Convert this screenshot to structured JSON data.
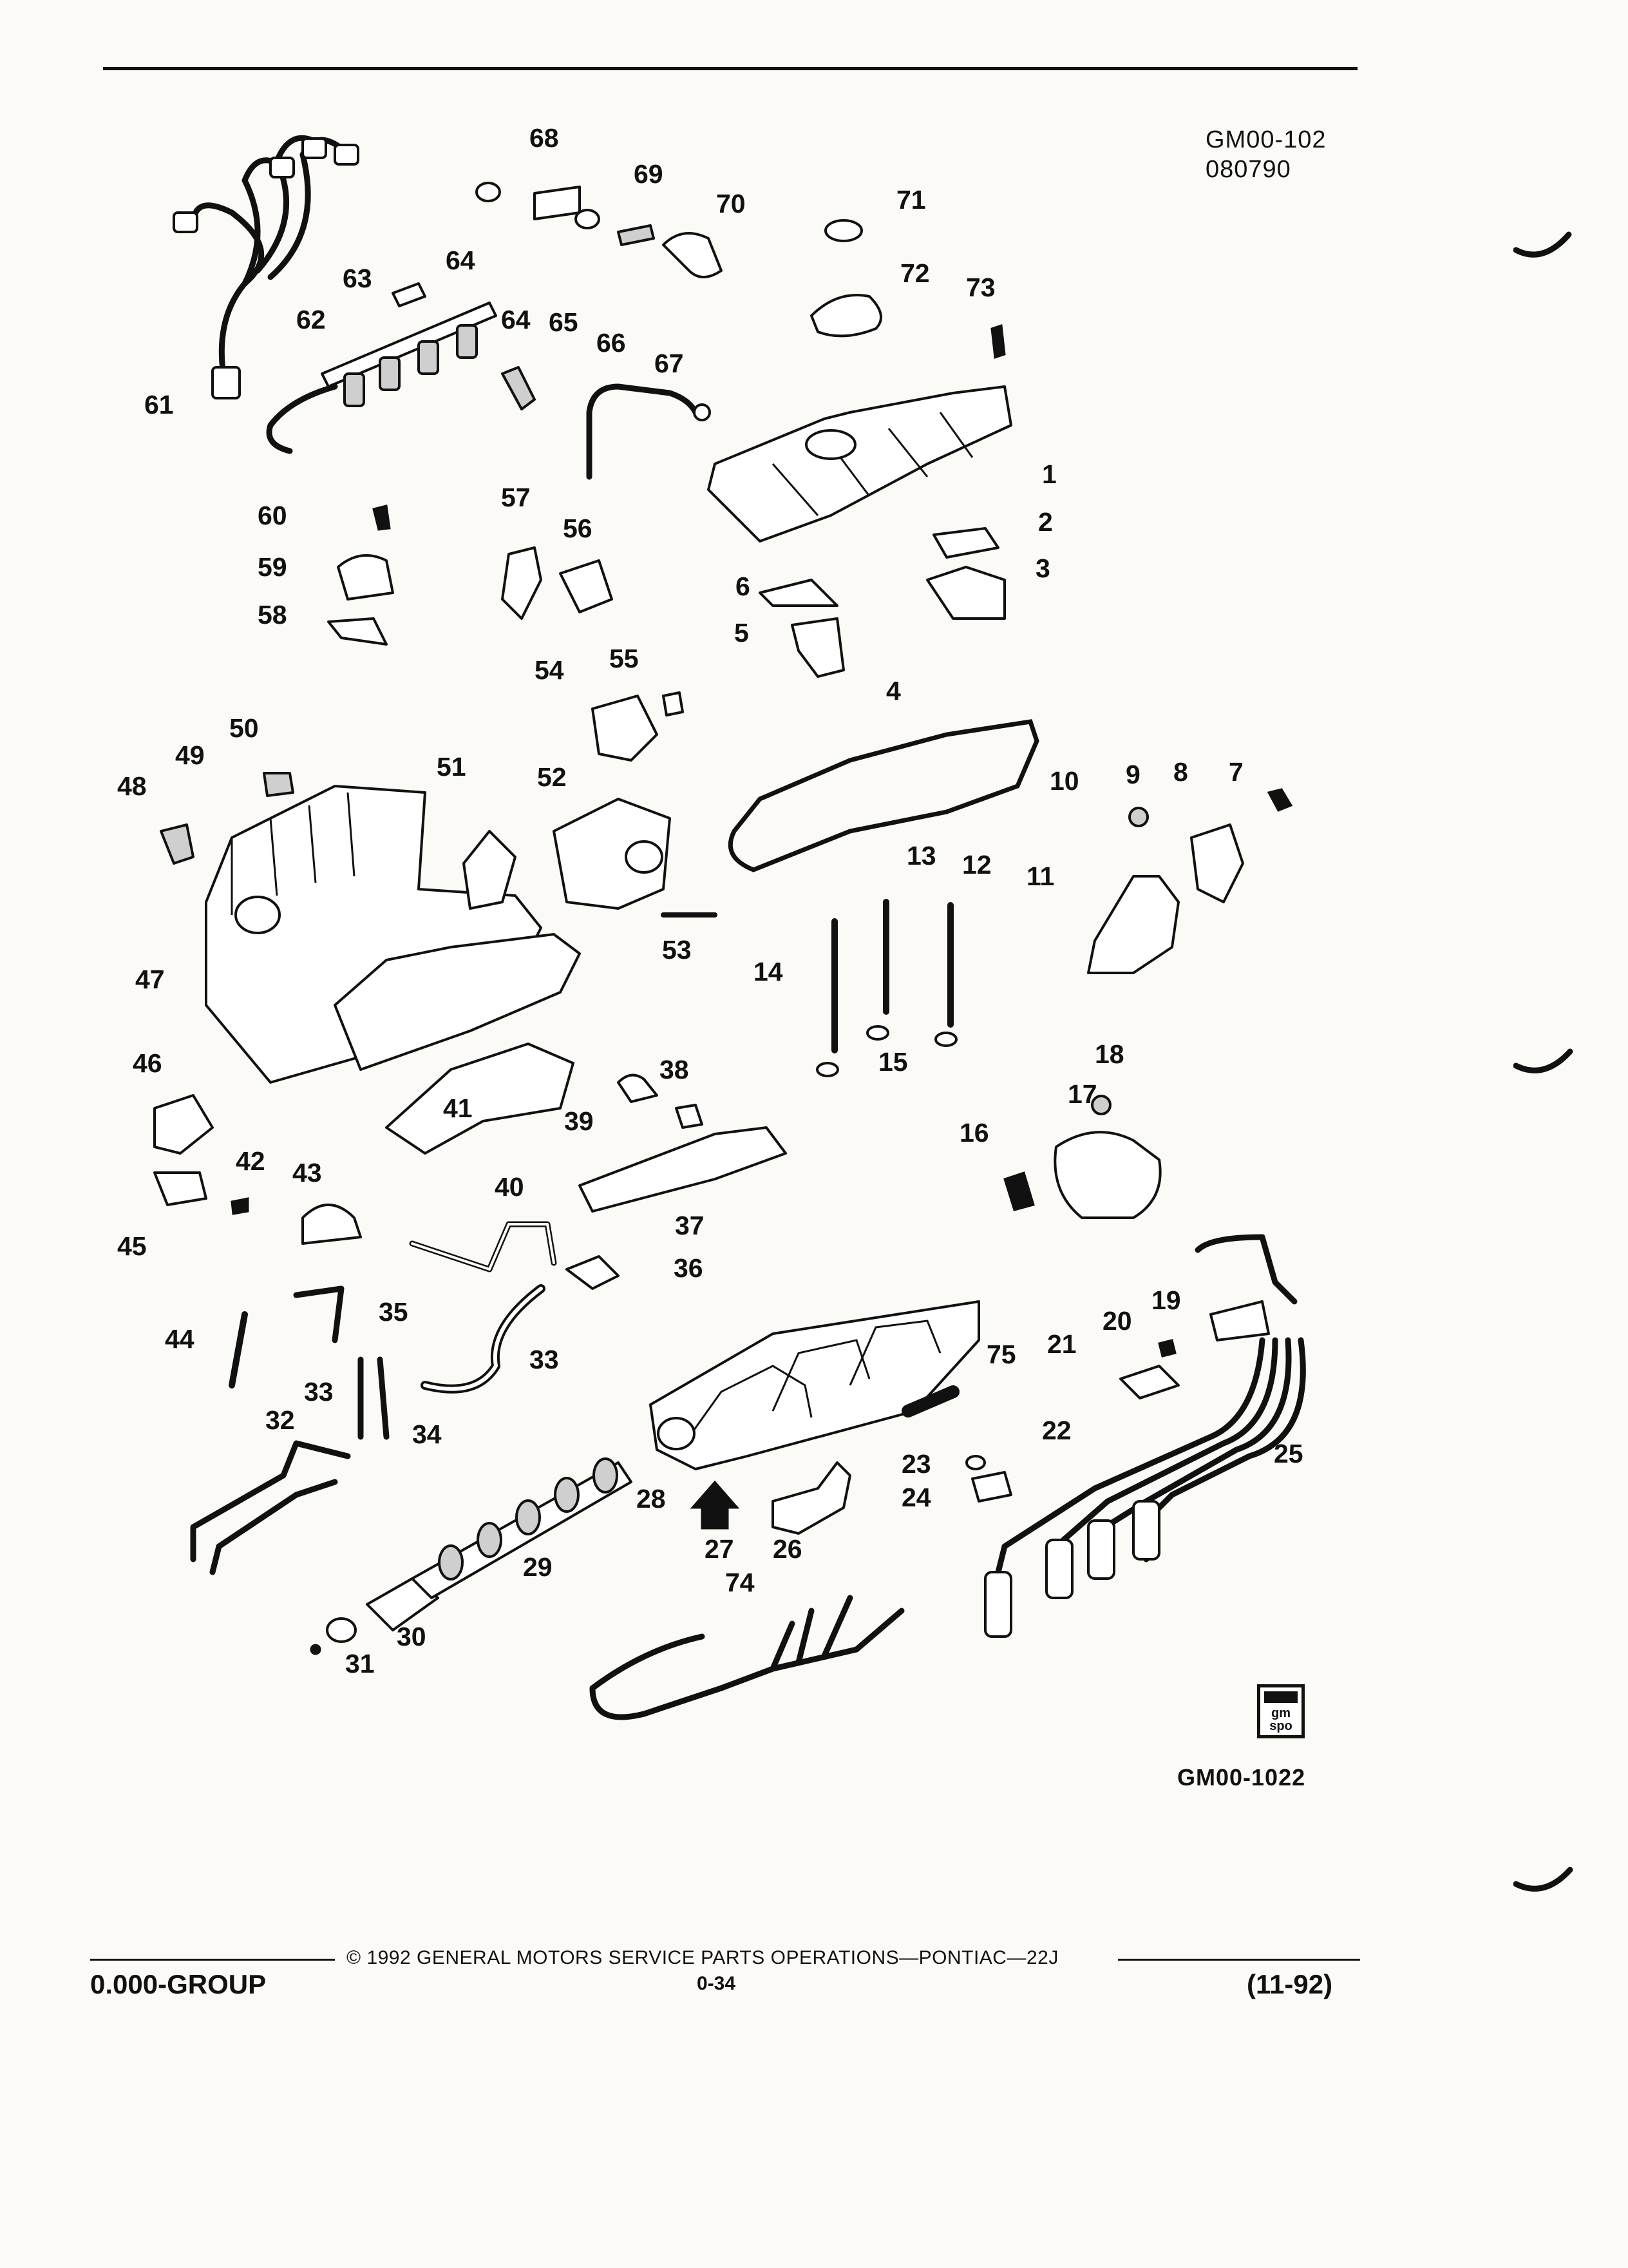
{
  "header": {
    "ref_code": "GM00-102",
    "ref_date": "080790"
  },
  "figure": {
    "figure_id": "GM00-1022",
    "logo_text": "gm spo",
    "callouts": [
      "1",
      "2",
      "3",
      "4",
      "5",
      "6",
      "7",
      "8",
      "9",
      "10",
      "11",
      "12",
      "13",
      "14",
      "15",
      "16",
      "17",
      "18",
      "19",
      "20",
      "21",
      "22",
      "23",
      "24",
      "25",
      "26",
      "27",
      "28",
      "29",
      "30",
      "31",
      "32",
      "33",
      "33",
      "34",
      "35",
      "36",
      "37",
      "38",
      "39",
      "40",
      "41",
      "42",
      "43",
      "44",
      "45",
      "46",
      "47",
      "48",
      "49",
      "50",
      "51",
      "52",
      "53",
      "54",
      "55",
      "56",
      "57",
      "58",
      "59",
      "60",
      "61",
      "62",
      "63",
      "64",
      "64",
      "65",
      "66",
      "67",
      "68",
      "69",
      "70",
      "71",
      "72",
      "73",
      "74",
      "75"
    ]
  },
  "footer": {
    "copyright": "© 1992 GENERAL MOTORS SERVICE PARTS OPERATIONS—PONTIAC—22J",
    "group": "0.000-GROUP",
    "page": "0-34",
    "revision": "(11-92)"
  }
}
